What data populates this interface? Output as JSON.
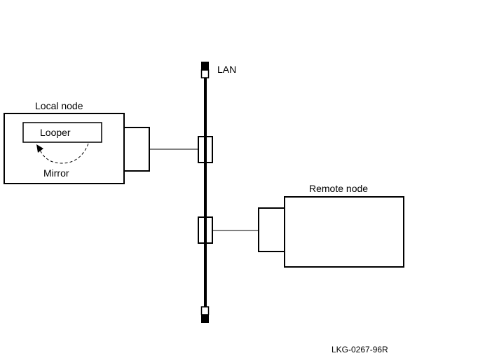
{
  "diagram": {
    "lan_label": "LAN",
    "local_node": {
      "title": "Local node",
      "inner_box_label": "Looper",
      "mirror_label": "Mirror"
    },
    "remote_node": {
      "title": "Remote node"
    },
    "figure_code": "LKG-0267-96R",
    "colors": {
      "stroke": "#000000",
      "background": "#ffffff"
    }
  }
}
